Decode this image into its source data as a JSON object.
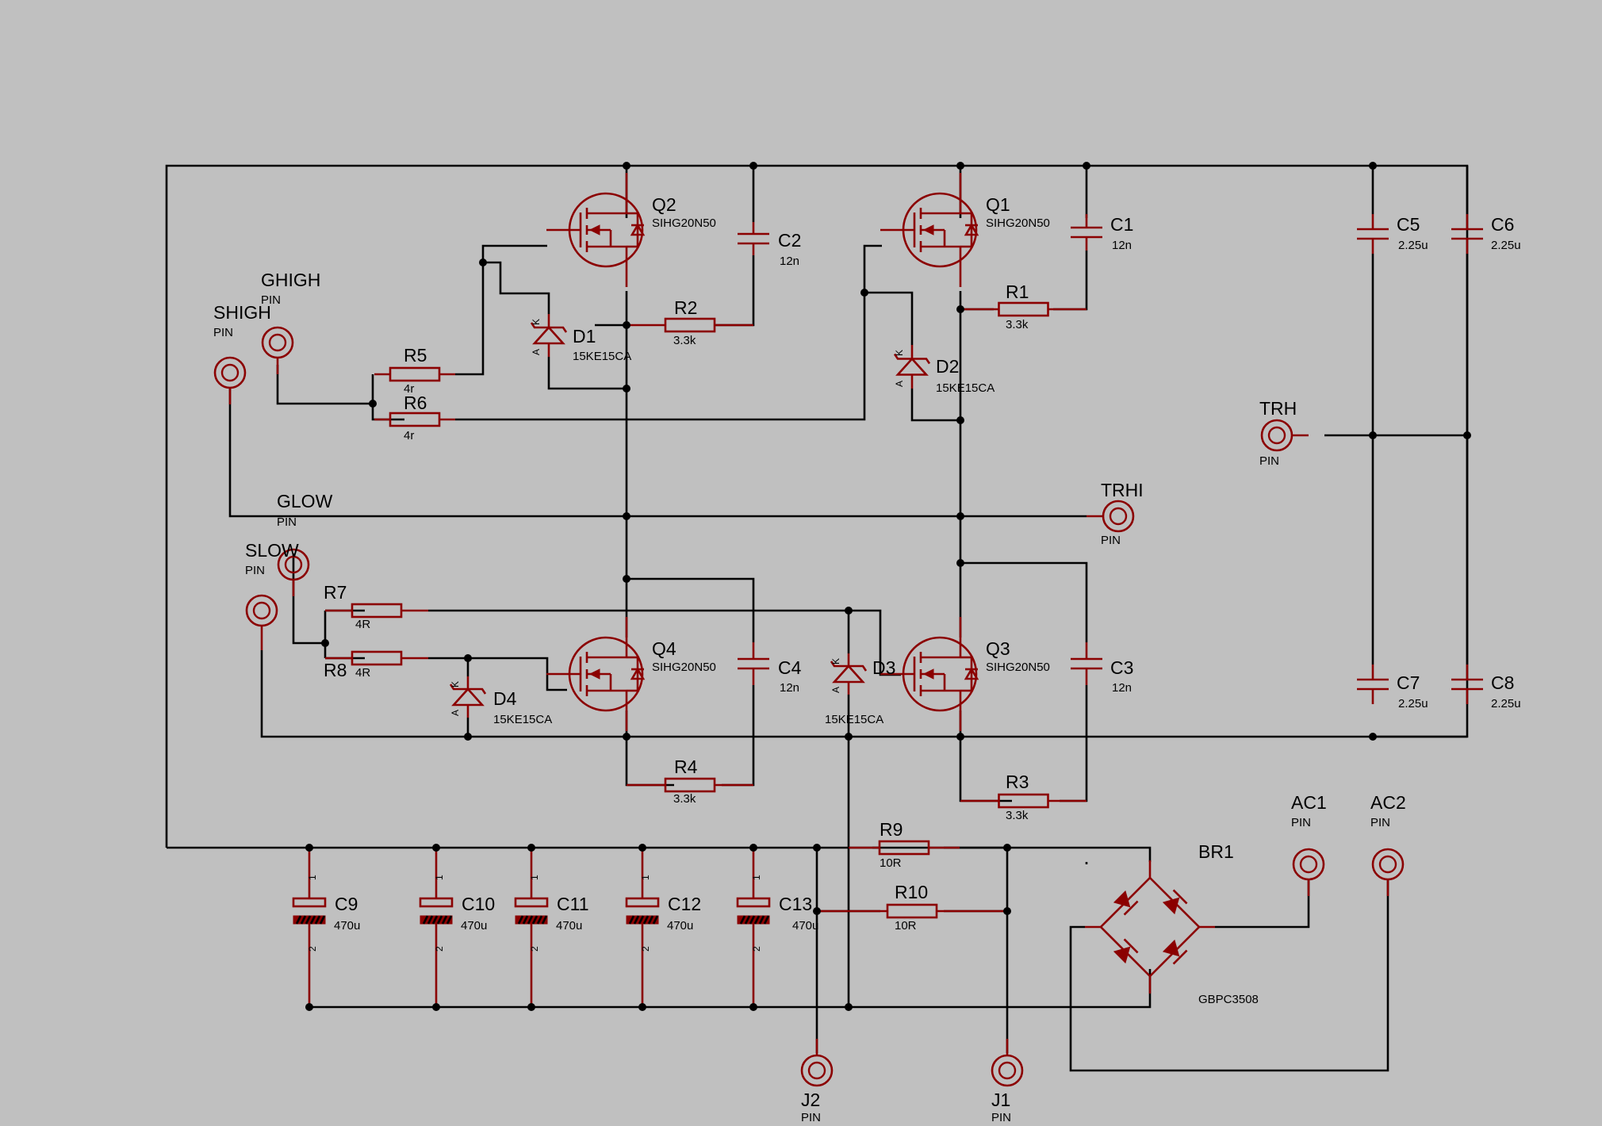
{
  "colors": {
    "background": "#c0c0c0",
    "wire": "#000000",
    "symbol": "#8b0000"
  },
  "pins": {
    "shigh": {
      "name": "SHIGH",
      "type": "PIN"
    },
    "ghigh": {
      "name": "GHIGH",
      "type": "PIN"
    },
    "glow": {
      "name": "GLOW",
      "type": "PIN"
    },
    "slow": {
      "name": "SLOW",
      "type": "PIN"
    },
    "trhi": {
      "name": "TRHI",
      "type": "PIN"
    },
    "trh": {
      "name": "TRH",
      "type": "PIN"
    },
    "ac1": {
      "name": "AC1",
      "type": "PIN"
    },
    "ac2": {
      "name": "AC2",
      "type": "PIN"
    },
    "j1": {
      "name": "J1",
      "type": "PIN"
    },
    "j2": {
      "name": "J2",
      "type": "PIN"
    }
  },
  "transistors": {
    "q1": {
      "name": "Q1",
      "value": "SIHG20N50"
    },
    "q2": {
      "name": "Q2",
      "value": "SIHG20N50"
    },
    "q3": {
      "name": "Q3",
      "value": "SIHG20N50"
    },
    "q4": {
      "name": "Q4",
      "value": "SIHG20N50"
    }
  },
  "diodes": {
    "d1": {
      "name": "D1",
      "value": "15KE15CA"
    },
    "d2": {
      "name": "D2",
      "value": "15KE15CA"
    },
    "d3": {
      "name": "D3",
      "value": "15KE15CA"
    },
    "d4": {
      "name": "D4",
      "value": "15KE15CA"
    },
    "anode_mark": "A",
    "cathode_mark": "K"
  },
  "resistors": {
    "r1": {
      "name": "R1",
      "value": "3.3k"
    },
    "r2": {
      "name": "R2",
      "value": "3.3k"
    },
    "r3": {
      "name": "R3",
      "value": "3.3k"
    },
    "r4": {
      "name": "R4",
      "value": "3.3k"
    },
    "r5": {
      "name": "R5",
      "value": "4r"
    },
    "r6": {
      "name": "R6",
      "value": "4r"
    },
    "r7": {
      "name": "R7",
      "value": "4R"
    },
    "r8": {
      "name": "R8",
      "value": "4R"
    },
    "r9": {
      "name": "R9",
      "value": "10R"
    },
    "r10": {
      "name": "R10",
      "value": "10R"
    }
  },
  "capacitors": {
    "c1": {
      "name": "C1",
      "value": "12n"
    },
    "c2": {
      "name": "C2",
      "value": "12n"
    },
    "c3": {
      "name": "C3",
      "value": "12n"
    },
    "c4": {
      "name": "C4",
      "value": "12n"
    },
    "c5": {
      "name": "C5",
      "value": "2.25u"
    },
    "c6": {
      "name": "C6",
      "value": "2.25u"
    },
    "c7": {
      "name": "C7",
      "value": "2.25u"
    },
    "c8": {
      "name": "C8",
      "value": "2.25u"
    }
  },
  "electrolytics": {
    "c9": {
      "name": "C9",
      "value": "470u"
    },
    "c10": {
      "name": "C10",
      "value": "470u"
    },
    "c11": {
      "name": "C11",
      "value": "470u"
    },
    "c12": {
      "name": "C12",
      "value": "470u"
    },
    "c13": {
      "name": "C13",
      "value": "470u"
    },
    "pin1_mark": "1",
    "pin2_mark": "2"
  },
  "bridge": {
    "br1": {
      "name": "BR1",
      "value": "GBPC3508"
    }
  }
}
